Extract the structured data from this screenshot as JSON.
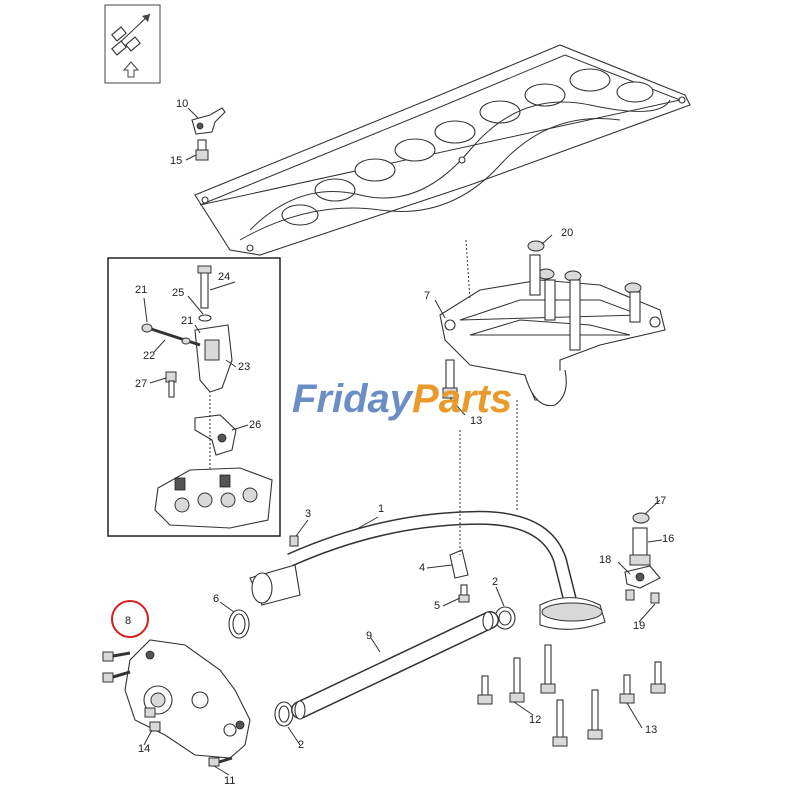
{
  "watermark": {
    "part1": "Friday",
    "part2": "Parts",
    "color1": "#6b8fc4",
    "color2": "#e89a2a"
  },
  "callouts": {
    "c1": "1",
    "c2a": "2",
    "c2b": "2",
    "c3": "3",
    "c4": "4",
    "c5": "5",
    "c6": "6",
    "c7": "7",
    "c8": "8",
    "c9": "9",
    "c10": "10",
    "c11": "11",
    "c12": "12",
    "c13a": "13",
    "c13b": "13",
    "c14": "14",
    "c15": "15",
    "c16": "16",
    "c17": "17",
    "c18": "18",
    "c19": "19",
    "c20": "20",
    "c21a": "21",
    "c21b": "21",
    "c22": "22",
    "c23": "23",
    "c24": "24",
    "c25": "25",
    "c26": "26",
    "c27": "27"
  },
  "highlight": {
    "target": "8",
    "color": "#d42020"
  },
  "icons": {
    "orientation": "orientation-arrow-icon"
  }
}
